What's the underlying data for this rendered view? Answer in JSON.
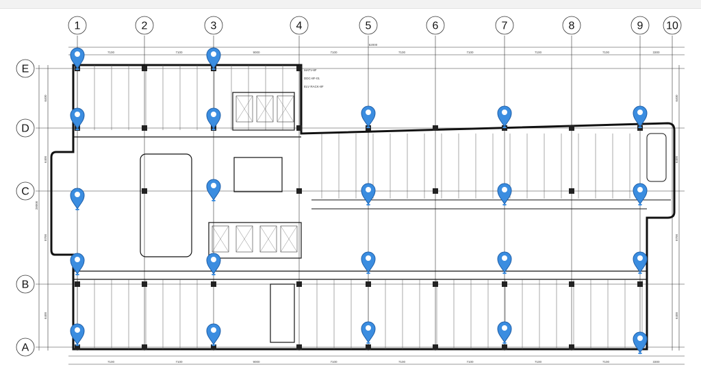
{
  "grid": {
    "columns": [
      "1",
      "2",
      "3",
      "4",
      "5",
      "6",
      "7",
      "8",
      "9",
      "10"
    ],
    "rows": [
      "E",
      "D",
      "C",
      "B",
      "A"
    ]
  },
  "dimensions": {
    "overall_horizontal": "62000",
    "horizontal_bays": [
      "7100",
      "7100",
      "9000",
      "7100",
      "7100",
      "7100",
      "7100",
      "7100",
      "3300"
    ],
    "overall_vertical": "28000",
    "vertical_bays": [
      "6400",
      "6400",
      "8700",
      "6400"
    ]
  },
  "equipment_notes": [
    "MATV-8F",
    "DDC-8F-01",
    "ELV RACK-8F"
  ],
  "colors": {
    "pin": "#3b8de0",
    "pin_border": "#1f5fa8",
    "walls": "#111111",
    "grid": "#333333"
  },
  "pin_icon": "map-marker-icon"
}
